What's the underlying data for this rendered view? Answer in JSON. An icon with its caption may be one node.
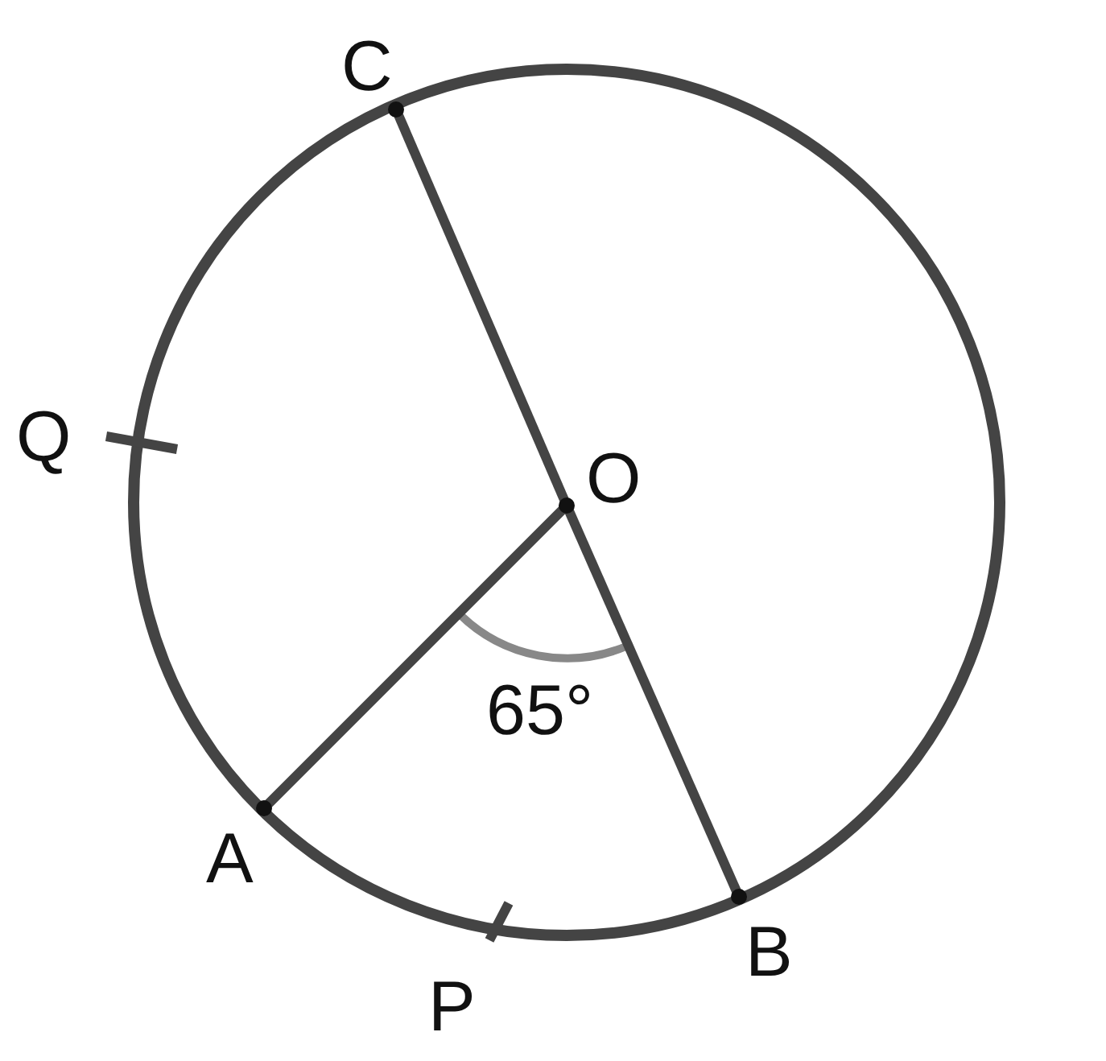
{
  "diagram": {
    "nodes": [
      {
        "text": [
          "C"
        ]
      },
      {
        "text": [
          "O"
        ]
      },
      {
        "text": [
          "A"
        ]
      },
      {
        "text": [
          "B"
        ]
      }
    ],
    "edges": [
      {
        "from": 0,
        "to": 1,
        "arrow": "none"
      },
      {
        "from": 1,
        "to": 3,
        "arrow": "none"
      },
      {
        "from": 1,
        "to": 2,
        "arrow": "none"
      }
    ],
    "labels": [
      "Q",
      "65°",
      "P"
    ]
  }
}
